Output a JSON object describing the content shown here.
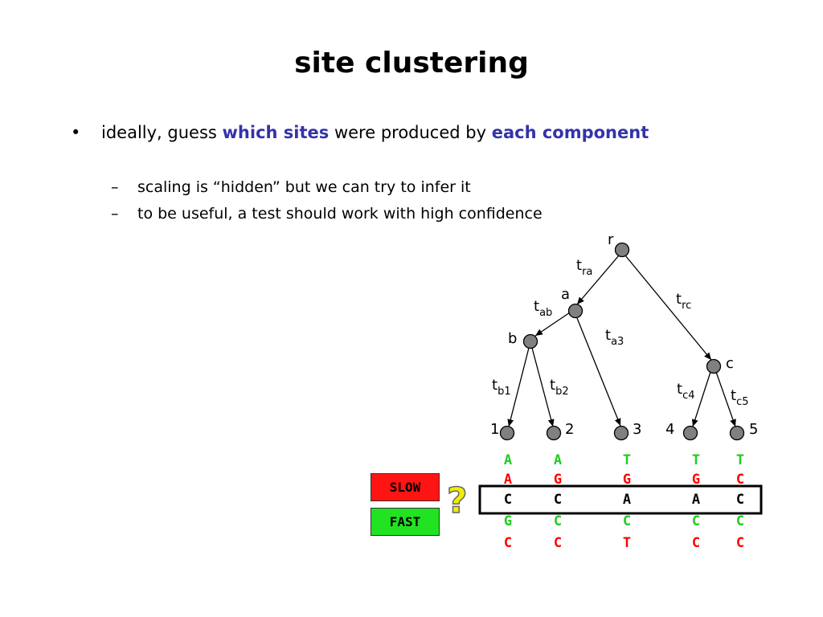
{
  "title": "site clustering",
  "bullet": {
    "marker": "•",
    "part1": "ideally, guess ",
    "highlight1": "which sites",
    "part2": " were produced by ",
    "highlight2": "each component"
  },
  "subbullets": [
    {
      "marker": "–",
      "text": "scaling is “hidden” but we can try to infer it"
    },
    {
      "marker": "–",
      "text": "to be useful, a test should work with high confidence"
    }
  ],
  "tree": {
    "nodes": {
      "r": "r",
      "a": "a",
      "b": "b",
      "c": "c",
      "n1": "1",
      "n2": "2",
      "n3": "3",
      "n4": "4",
      "n5": "5"
    },
    "edges": {
      "ra": {
        "base": "t",
        "sub": "ra"
      },
      "rc": {
        "base": "t",
        "sub": "rc"
      },
      "ab": {
        "base": "t",
        "sub": "ab"
      },
      "a3": {
        "base": "t",
        "sub": "a3"
      },
      "b1": {
        "base": "t",
        "sub": "b1"
      },
      "b2": {
        "base": "t",
        "sub": "b2"
      },
      "c4": {
        "base": "t",
        "sub": "c4"
      },
      "c5": {
        "base": "t",
        "sub": "c5"
      }
    },
    "node_color": "#808080"
  },
  "sequences": {
    "columns": [
      [
        "A",
        "A",
        "C",
        "G",
        "C"
      ],
      [
        "A",
        "G",
        "C",
        "C",
        "C"
      ],
      [
        "T",
        "G",
        "A",
        "C",
        "T"
      ],
      [
        "T",
        "G",
        "A",
        "C",
        "C"
      ],
      [
        "T",
        "C",
        "C",
        "C",
        "C"
      ]
    ],
    "rows_color": [
      "#22cc22",
      "#ff0000",
      "#000000",
      "#22cc22",
      "#ff0000"
    ],
    "highlighted_row": 2
  },
  "buttons": {
    "slow": "SLOW",
    "fast": "FAST"
  },
  "question_mark": "?",
  "colors": {
    "highlight": "#3333aa",
    "slow": "#ff1414",
    "fast": "#22e322",
    "question": "#f0f000"
  }
}
